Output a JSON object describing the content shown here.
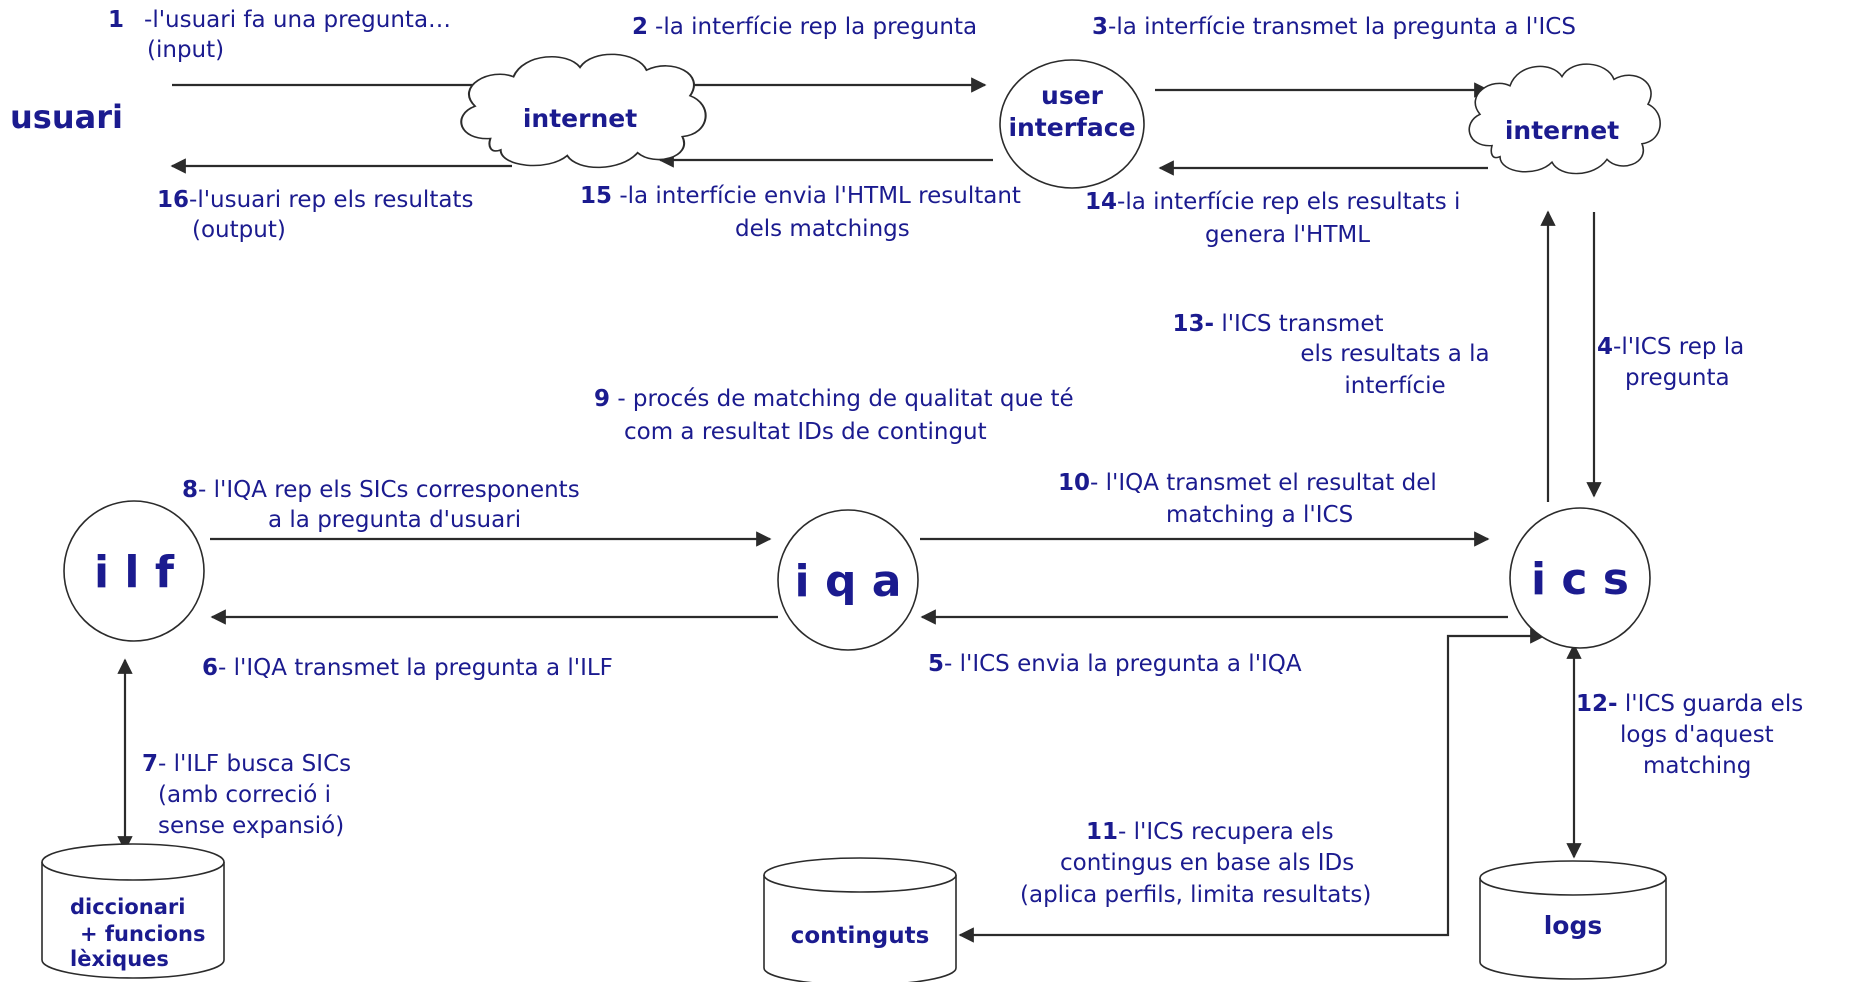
{
  "nodes": {
    "usuari": "usuari",
    "internet_left": "internet",
    "user_interface": [
      "user",
      "interface"
    ],
    "internet_right": "internet",
    "ilf": "i l f",
    "iqa": "i q a",
    "ics": "i c s",
    "diccionari": [
      "diccionari",
      "+ funcions",
      "lèxiques"
    ],
    "continguts": "continguts",
    "logs": "logs"
  },
  "steps": [
    {
      "num": "1",
      "lines": [
        "-l'usuari fa una pregunta…",
        "(input)"
      ]
    },
    {
      "num": "2",
      "lines": [
        "-la interfície rep la pregunta"
      ]
    },
    {
      "num": "3",
      "lines": [
        "-la interfície transmet la pregunta a l'ICS"
      ]
    },
    {
      "num": "4",
      "lines": [
        "-l'ICS rep la",
        "pregunta"
      ]
    },
    {
      "num": "5",
      "lines": [
        "- l'ICS envia la pregunta a l'IQA"
      ]
    },
    {
      "num": "6",
      "lines": [
        "- l'IQA transmet la pregunta a l'ILF"
      ]
    },
    {
      "num": "7",
      "lines": [
        "- l'ILF busca SICs",
        "(amb correció i",
        "sense expansió)"
      ]
    },
    {
      "num": "8",
      "lines": [
        "- l'IQA rep els SICs corresponents",
        "a la pregunta d'usuari"
      ]
    },
    {
      "num": "9",
      "lines": [
        " - procés de matching de qualitat que té",
        "com a resultat IDs de contingut"
      ]
    },
    {
      "num": "10",
      "lines": [
        "- l'IQA transmet el resultat del",
        "matching a l'ICS"
      ]
    },
    {
      "num": "11",
      "lines": [
        "- l'ICS recupera els",
        "contingus en base als IDs",
        "(aplica perfils, limita resultats)"
      ]
    },
    {
      "num": "12-",
      "lines": [
        " l'ICS guarda els",
        "logs d'aquest",
        "matching"
      ]
    },
    {
      "num": "13-",
      "lines": [
        " l'ICS transmet",
        "els resultats a la",
        "interfície"
      ]
    },
    {
      "num": "14",
      "lines": [
        "-la interfície rep els resultats i",
        "genera l'HTML"
      ]
    },
    {
      "num": "15",
      "lines": [
        " -la interfície envia l'HTML resultant",
        "dels matchings"
      ]
    },
    {
      "num": "16",
      "lines": [
        "-l'usuari rep els resultats",
        "(output)"
      ]
    }
  ],
  "colors": {
    "text": "#1b1b8f",
    "stroke": "#2b2b2b"
  }
}
